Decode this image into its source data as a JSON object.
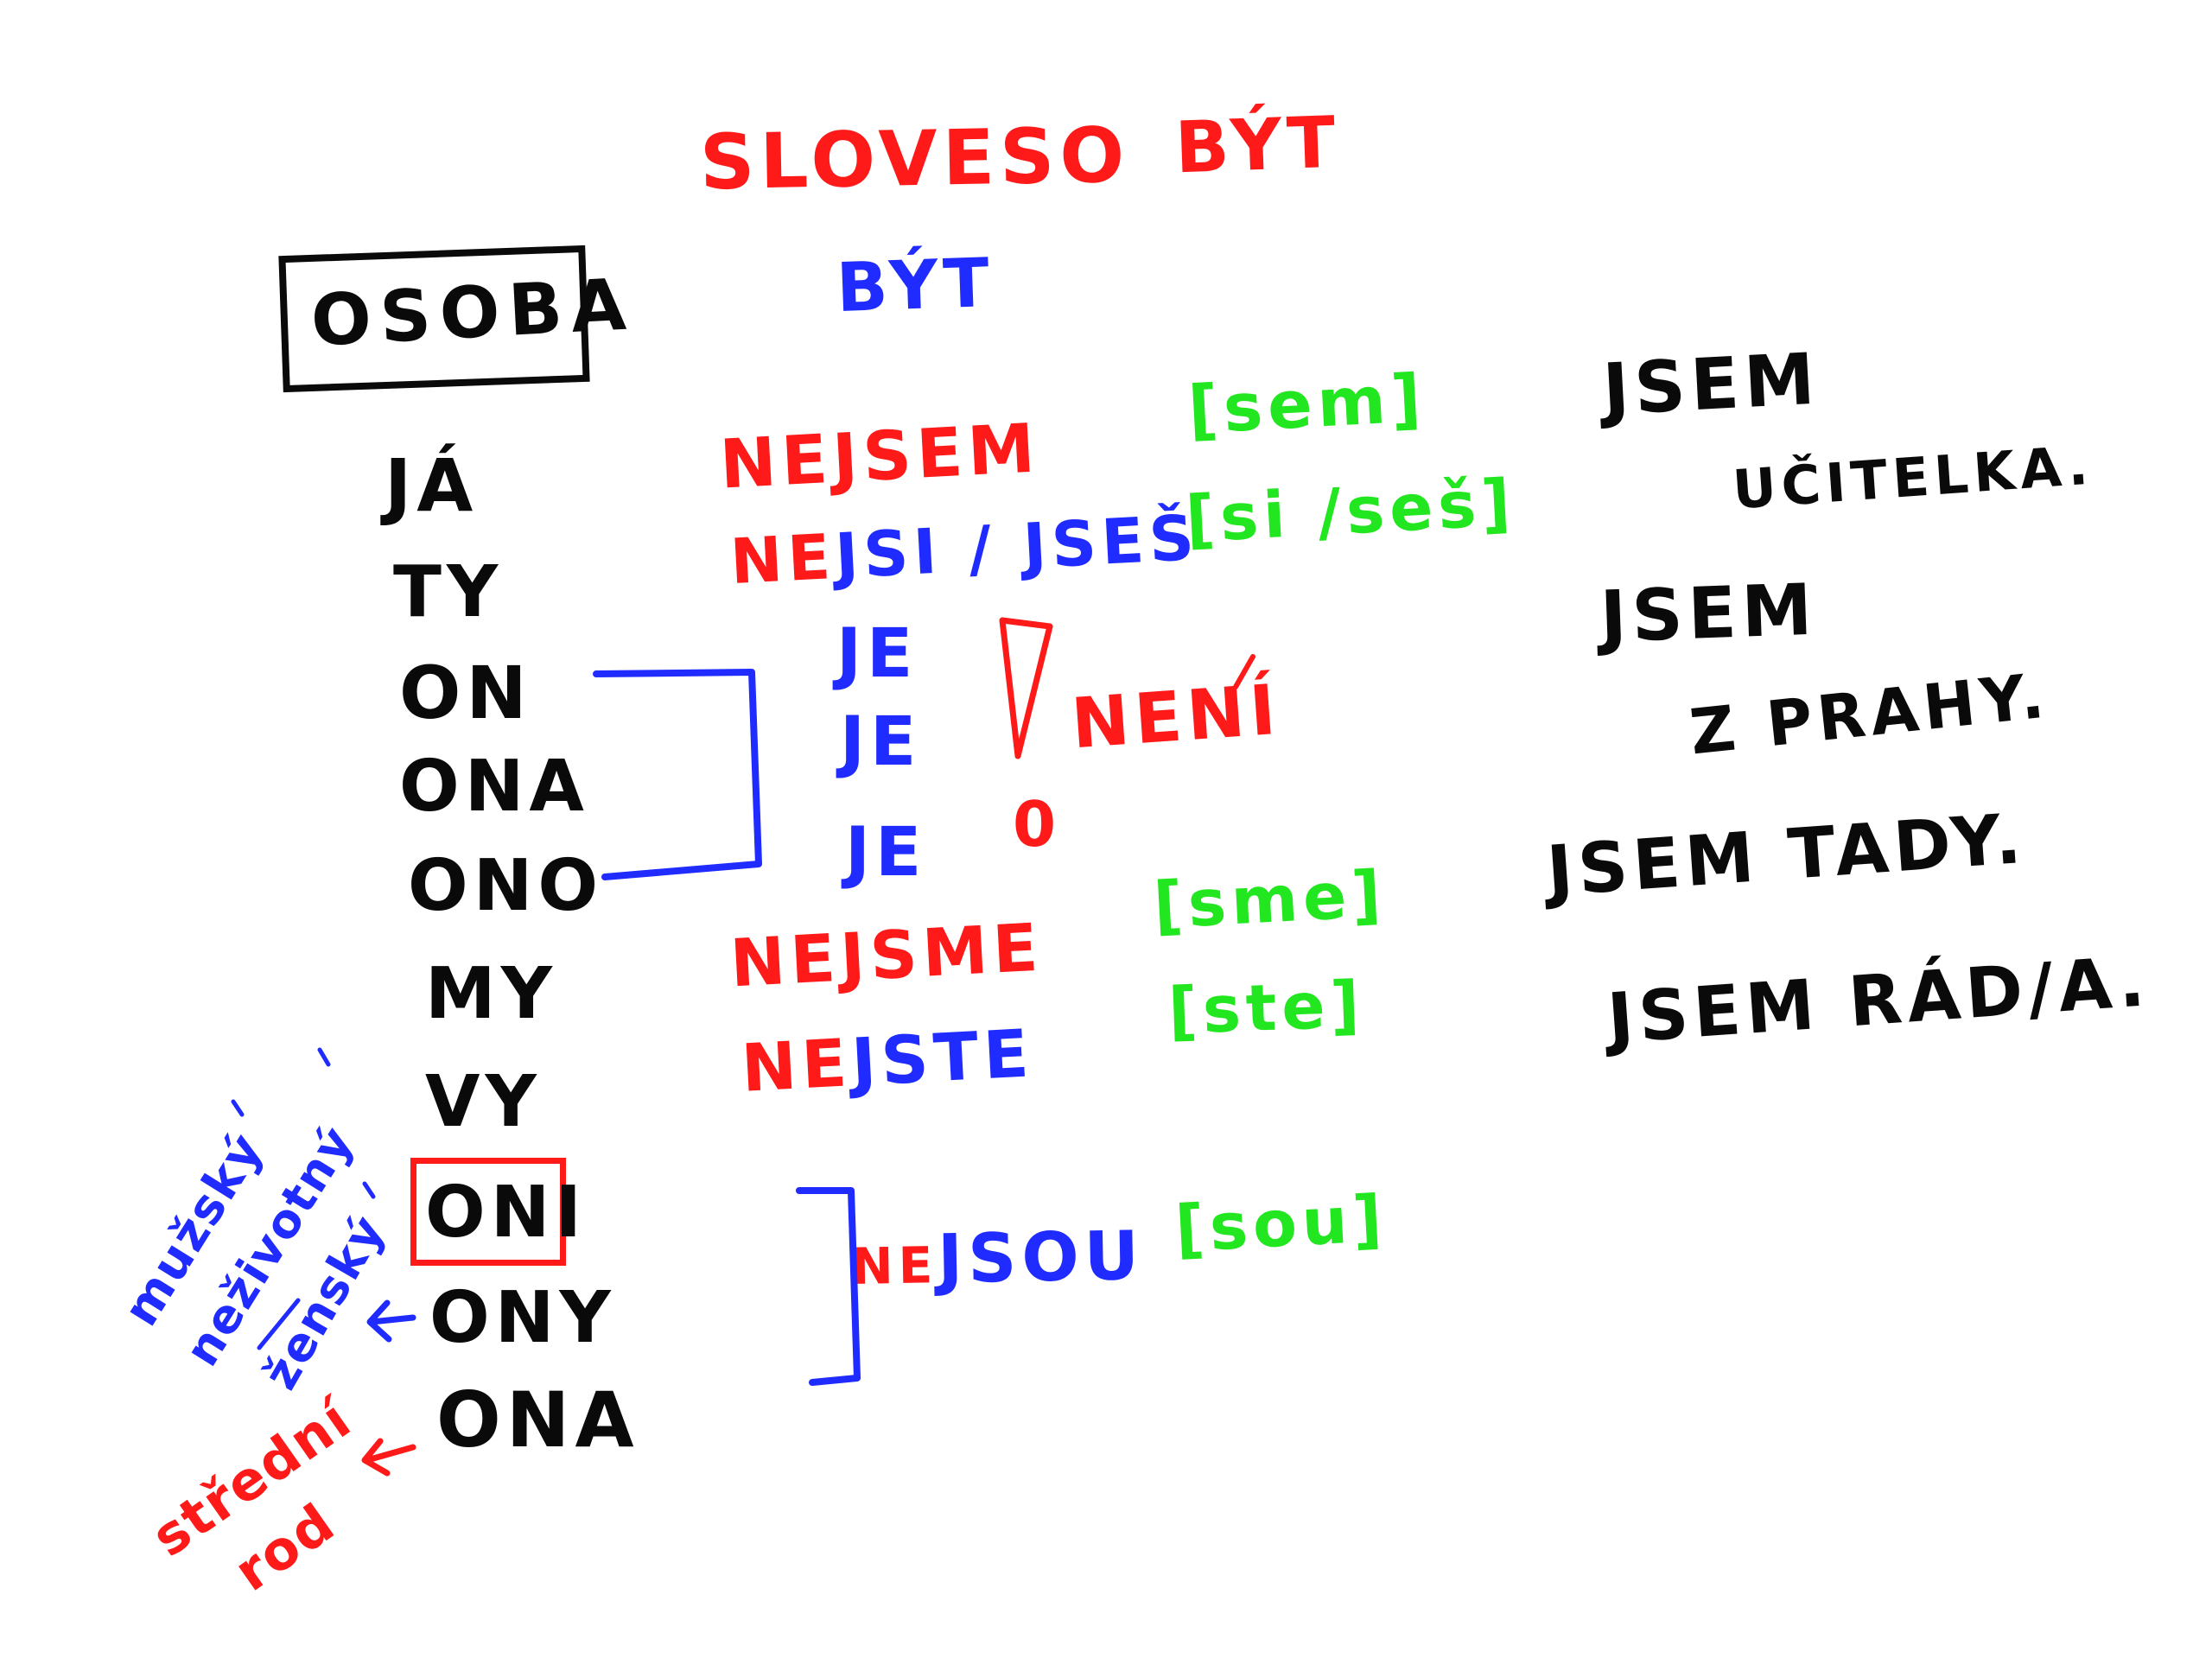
{
  "colors": {
    "black": "#0a0a0a",
    "red": "#ff1a1a",
    "blue": "#1f2bff",
    "green": "#22e61f"
  },
  "title": {
    "part1": "SLOVESO",
    "part2": "BÝT"
  },
  "subtitle": "BÝT",
  "osoba_label": "OSOBA",
  "pronouns": [
    "JÁ",
    "TY",
    "ON",
    "ONA",
    "ONO",
    "MY",
    "VY",
    "ONI",
    "ONY",
    "ONA"
  ],
  "forms": {
    "nejsem": {
      "neg": "NE",
      "base": "JSEM"
    },
    "nejsi": {
      "neg": "NE",
      "base": "JSI / JSEŠ"
    },
    "je": [
      "JE",
      "JE",
      "JE"
    ],
    "neni": "NENÍ",
    "zero": "0",
    "nejsme": {
      "neg": "NE",
      "base": "JSME"
    },
    "nejste": {
      "neg": "NE",
      "base": "JSTE"
    },
    "nejsou": {
      "neg": "NE",
      "base": "JSOU"
    }
  },
  "pronunciations": {
    "sem": "[sem]",
    "si_ses": "[si /seš]",
    "sme": "[sme]",
    "ste": "[ste]",
    "sou": "[sou]"
  },
  "examples": [
    "JSEM",
    "UČITELKA.",
    "JSEM",
    "Z PRAHY.",
    "JSEM TADY.",
    "JSEM RÁD/A."
  ],
  "gender_notes": {
    "blue": [
      "mužský",
      "neživotný",
      "ženský"
    ],
    "red": [
      "střední",
      "rod"
    ]
  }
}
